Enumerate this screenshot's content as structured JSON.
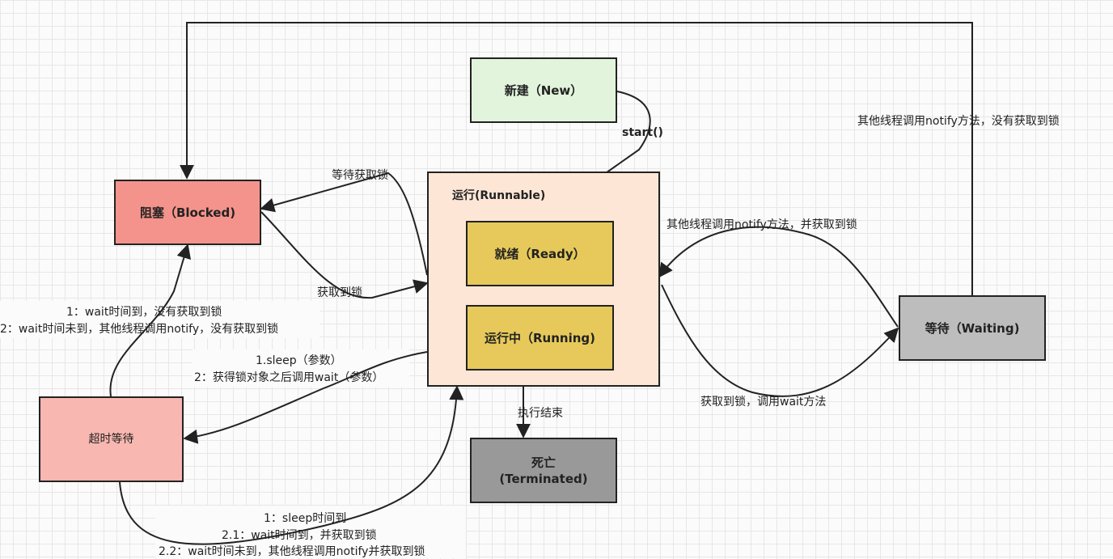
{
  "states": {
    "new": "新建（New）",
    "blocked": "阻塞（Blocked)",
    "runnable": "运行(Runnable)",
    "ready": "就绪（Ready）",
    "running": "运行中（Running)",
    "waiting": "等待（Waiting)",
    "timed_waiting": "超时等待",
    "terminated_line1": "死亡",
    "terminated_line2": "(Terminated)"
  },
  "transitions": {
    "start": "start()",
    "wait_for_lock": "等待获取锁",
    "acquire_lock": "获取到锁",
    "blocked_timeout_1": "1：wait时间到，没有获取到锁",
    "blocked_timeout_2": "2：wait时间未到，其他线程调用notify，没有获取到锁",
    "sleep_1": "1.sleep（参数）",
    "sleep_2": "2：获得锁对象之后调用wait（参数）",
    "end_exec": "执行结束",
    "timeout_return_1": "1：sleep时间到",
    "timeout_return_2": "2.1：wait时间到，并获取到锁",
    "timeout_return_3": "2.2：wait时间未到，其他线程调用notify并获取到锁",
    "notify_acquired": "其他线程调用notify方法，并获取到锁",
    "acquire_then_wait": "获取到锁，调用wait方法",
    "notify_no_lock": "其他线程调用notify方法，没有获取到锁"
  },
  "colors": {
    "new": "#e2f4dc",
    "blocked": "#f4938b",
    "runnable": "#fde6d6",
    "ready": "#e6c95a",
    "waiting": "#bdbdbd",
    "timed_waiting": "#f8b7b0",
    "terminated": "#999999",
    "annotation": "#e0201b"
  }
}
